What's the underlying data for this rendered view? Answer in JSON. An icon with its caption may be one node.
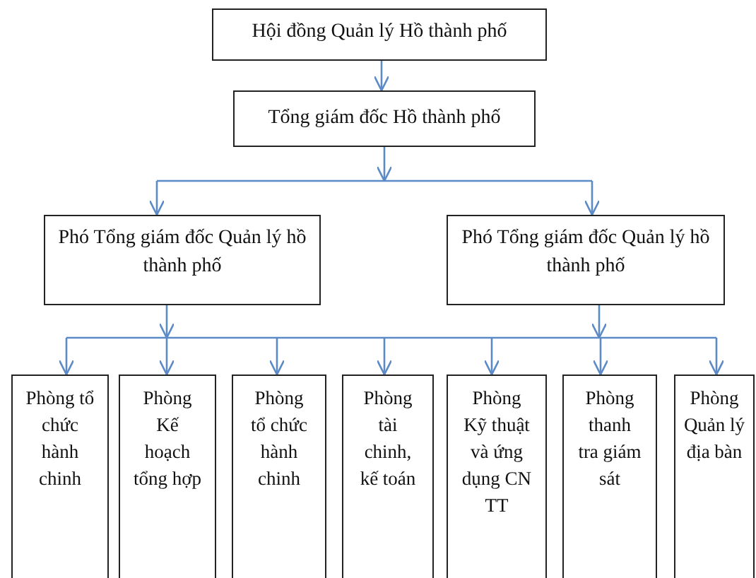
{
  "diagram": {
    "nodes": [
      {
        "text": [
          "Hội đồng Quản lý Hồ thành phố"
        ]
      },
      {
        "text": [
          "Tổng giám đốc Hồ thành phố"
        ]
      },
      {
        "text": [
          "Phó Tổng giám đốc Quản lý hồ thành phố"
        ]
      },
      {
        "text": [
          "Phó Tổng giám đốc Quản lý hồ thành phố"
        ]
      },
      {
        "text": [
          "Phòng tổ chức hành chinh"
        ]
      },
      {
        "text": [
          "Phòng Kế hoạch tổng hợp"
        ]
      },
      {
        "text": [
          "Phòng tổ chức hành chinh"
        ]
      },
      {
        "text": [
          "Phòng tài chinh, kế toán"
        ]
      },
      {
        "text": [
          "Phòng Kỹ thuật và ứng dụng CN TT"
        ]
      },
      {
        "text": [
          "Phòng thanh tra giám sát"
        ]
      },
      {
        "text": [
          "Phòng Quản lý địa bàn"
        ]
      }
    ],
    "edges": [
      {
        "from": 0,
        "to": 1,
        "arrow": "to"
      },
      {
        "from": 1,
        "to": 2,
        "arrow": "to"
      },
      {
        "from": 1,
        "to": 3,
        "arrow": "to"
      },
      {
        "from": 2,
        "to": 4,
        "arrow": "to"
      },
      {
        "from": 2,
        "to": 5,
        "arrow": "to"
      },
      {
        "from": 2,
        "to": 6,
        "arrow": "to"
      },
      {
        "from": 2,
        "to": 7,
        "arrow": "to"
      },
      {
        "from": 2,
        "to": 8,
        "arrow": "to"
      },
      {
        "from": 2,
        "to": 9,
        "arrow": "to"
      },
      {
        "from": 2,
        "to": 10,
        "arrow": "to"
      },
      {
        "from": 3,
        "to": 4,
        "arrow": "to"
      },
      {
        "from": 3,
        "to": 5,
        "arrow": "to"
      },
      {
        "from": 3,
        "to": 6,
        "arrow": "to"
      },
      {
        "from": 3,
        "to": 7,
        "arrow": "to"
      },
      {
        "from": 3,
        "to": 8,
        "arrow": "to"
      },
      {
        "from": 3,
        "to": 9,
        "arrow": "to"
      },
      {
        "from": 3,
        "to": 10,
        "arrow": "to"
      }
    ]
  }
}
